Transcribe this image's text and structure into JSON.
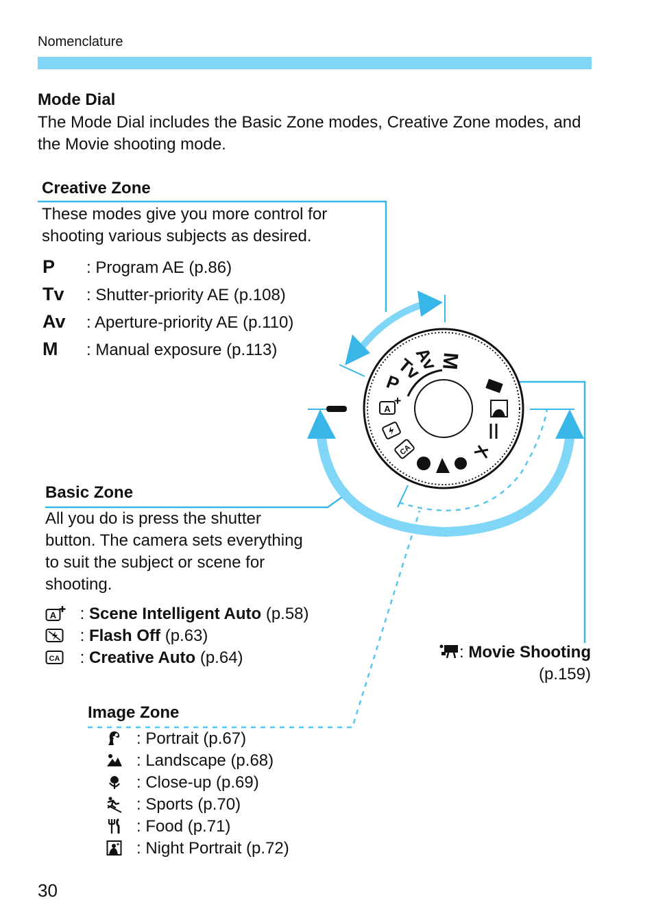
{
  "header": {
    "section": "Nomenclature",
    "accent_color": "#7fd6f7"
  },
  "mode_dial": {
    "title": "Mode Dial",
    "intro": "The Mode Dial includes the Basic Zone modes, Creative Zone modes, and the Movie shooting mode."
  },
  "creative_zone": {
    "title": "Creative Zone",
    "description_line1": "These modes give you more control for",
    "description_line2": "shooting various subjects as desired.",
    "modes": [
      {
        "symbol": "P",
        "label": ": Program AE (p.86)"
      },
      {
        "symbol": "Tv",
        "label": ": Shutter-priority AE (p.108)"
      },
      {
        "symbol": "Av",
        "label": ": Aperture-priority AE (p.110)"
      },
      {
        "symbol": "M",
        "label": ": Manual exposure (p.113)"
      }
    ]
  },
  "basic_zone": {
    "title": "Basic Zone",
    "description_lines": [
      "All you do is press the shutter",
      "button. The camera sets everything",
      "to suit the subject or scene for",
      "shooting."
    ],
    "modes": [
      {
        "icon": "scene-intelligent-auto-icon",
        "sep": " : ",
        "name": "Scene Intelligent Auto",
        "page": " (p.58)"
      },
      {
        "icon": "flash-off-icon",
        "sep": " : ",
        "name": "Flash Off",
        "page": " (p.63)"
      },
      {
        "icon": "creative-auto-icon",
        "sep": " : ",
        "name": "Creative Auto",
        "page": " (p.64)"
      }
    ]
  },
  "image_zone": {
    "title": "Image Zone",
    "modes": [
      {
        "icon": "portrait-icon",
        "label": ": Portrait (p.67)"
      },
      {
        "icon": "landscape-icon",
        "label": ": Landscape (p.68)"
      },
      {
        "icon": "close-up-icon",
        "label": ": Close-up (p.69)"
      },
      {
        "icon": "sports-icon",
        "label": ": Sports (p.70)"
      },
      {
        "icon": "food-icon",
        "label": ": Food (p.71)"
      },
      {
        "icon": "night-portrait-icon",
        "label": ": Night Portrait (p.72)"
      }
    ]
  },
  "movie": {
    "icon": "movie-camera-icon",
    "sep": ": ",
    "name": "Movie Shooting",
    "page": "(p.159)"
  },
  "dial_labels": {
    "m": "M",
    "av": "Av",
    "tv": "Tv",
    "p": "P"
  },
  "page_number": "30"
}
